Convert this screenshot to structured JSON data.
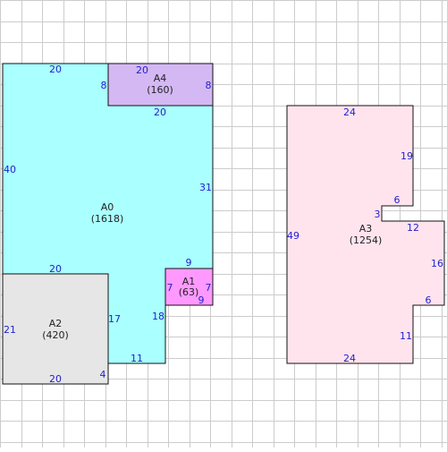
{
  "colors": {
    "A0": "#aaffff",
    "A1": "#ff99ff",
    "A2": "#e6e6e6",
    "A3": "#ffe4ee",
    "A4": "#d4b8f4",
    "grid": "#cccccc",
    "dimension_text": "#2222cc"
  },
  "areas": [
    {
      "id": "A0",
      "label": "A0",
      "area": "(1618)"
    },
    {
      "id": "A1",
      "label": "A1",
      "area": "(63)"
    },
    {
      "id": "A2",
      "label": "A2",
      "area": "(420)"
    },
    {
      "id": "A3",
      "label": "A3",
      "area": "(1254)"
    },
    {
      "id": "A4",
      "label": "A4",
      "area": "(160)"
    }
  ],
  "dimensions": {
    "A0": {
      "top": "20",
      "left": "40",
      "right": "31",
      "inner_top": "20",
      "step_top": "9",
      "step_vertical": "18",
      "bottom": "11",
      "notch_vertical": "4",
      "notch_horizontal": "20",
      "inner_vertical": "17"
    },
    "A1": {
      "top": "9",
      "left": "7",
      "right": "7",
      "bottom": "9"
    },
    "A2": {
      "top": "20",
      "left": "21",
      "right": "17",
      "bottom": "20",
      "notch": "4"
    },
    "A3": {
      "top": "24",
      "left": "49",
      "right_upper": "19",
      "notch_top": "6",
      "notch_side": "3",
      "notch_bottom": "12",
      "right_mid": "16",
      "step": "6",
      "right_lower": "11",
      "bottom": "24"
    },
    "A4": {
      "top": "20",
      "left": "8",
      "right": "8",
      "bottom": "20"
    }
  }
}
